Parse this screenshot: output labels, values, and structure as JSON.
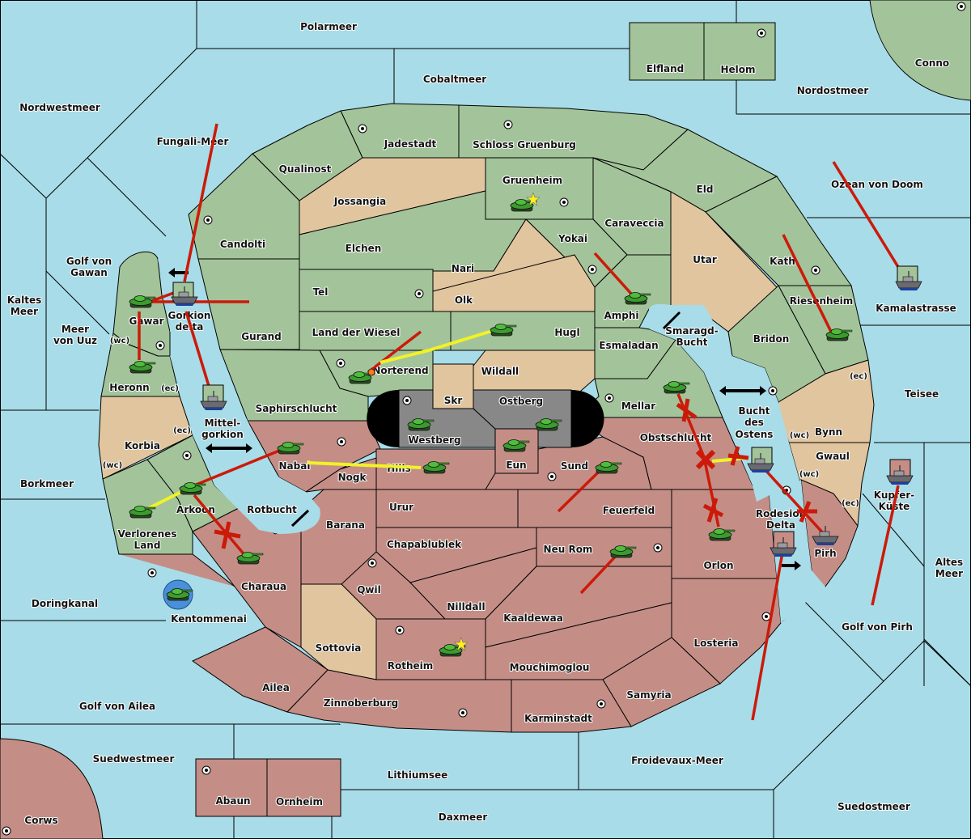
{
  "map": {
    "title": "Diplomacy map",
    "colors": {
      "sea": "#a8dce8",
      "power_green": "#a3c49a",
      "power_red": "#c48e86",
      "neutral": "#e1c59e",
      "impassable": "#888888",
      "move_order": "#cc1a0a",
      "support_order": "#f2f227",
      "convoy_arrow": "#000000",
      "build_circle": "#4a90d9"
    },
    "seas": [
      "Polarmeer",
      "Cobaltmeer",
      "Nordwestmeer",
      "Nordostmeer",
      "Fungali-Meer",
      "Ozean von Doom",
      "Golf von Gawan",
      "Kaltes Meer",
      "Meer von Uuz",
      "Kamalastrasse",
      "Teisee",
      "Borkmeer",
      "Altes Meer",
      "Doringkanal",
      "Golf von Pirh",
      "Golf von Ailea",
      "Suedwestmeer",
      "Lithiumsee",
      "Froidevaux-Meer",
      "Daxmeer",
      "Suedostmeer",
      "Gorkion delta",
      "Mittel-gorkion",
      "Rotbucht",
      "Smaragd-Bucht",
      "Bucht des Ostens",
      "Rodesion Delta",
      "Kupfer-Küste"
    ],
    "green_provinces": [
      "Elfland",
      "Helom",
      "Conno",
      "Jadestadt",
      "Schloss Gruenburg",
      "Qualinost",
      "Candolti",
      "Gruenheim",
      "Eld",
      "Caraveccia",
      "Yokai",
      "Elchen",
      "Tel",
      "Gurand",
      "Land der Wiesel",
      "Hugl",
      "Amphi",
      "Esmaladan",
      "Kath",
      "Riesenheim",
      "Bridon",
      "Mellar",
      "Norterend",
      "Saphirschlucht",
      "Gawar",
      "Heronn",
      "Arkoon",
      "Verlorenes Land"
    ],
    "red_provinces": [
      "Nabai",
      "Nogk",
      "Hills",
      "Eun",
      "Sund",
      "Obstschlucht",
      "Urur",
      "Feuerfeld",
      "Barana",
      "Chapablublek",
      "Neu Rom",
      "Orlon",
      "Qwil",
      "Nilldall",
      "Kaaldewaa",
      "Charaua",
      "Kentommenai",
      "Rotheim",
      "Mouchimoglou",
      "Losteria",
      "Samyria",
      "Ailea",
      "Zinnoberburg",
      "Karminstadt",
      "Pirh",
      "Abaun",
      "Ornheim",
      "Corws"
    ],
    "neutral_provinces": [
      "Jossangia",
      "Nari",
      "Olk",
      "Wildall",
      "Skr",
      "Utar",
      "Korbia",
      "Sottovia",
      "Bynn",
      "Gwaul"
    ],
    "impassable": [
      "Westberg",
      "Ostberg"
    ],
    "coast_markers": [
      "(wc)",
      "(ec)",
      "(ec)",
      "(wc)",
      "(ec)",
      "(wc)",
      "(wc)",
      "(ec)"
    ],
    "labels": {
      "polarmeer": "Polarmeer",
      "cobaltmeer": "Cobaltmeer",
      "nordwestmeer": "Nordwestmeer",
      "nordostmeer": "Nordostmeer",
      "fungali": "Fungali-Meer",
      "ozean": "Ozean von Doom",
      "gawan1": "Golf von",
      "gawan2": "Gawan",
      "kaltes1": "Kaltes",
      "kaltes2": "Meer",
      "uuz1": "Meer",
      "uuz2": "von Uuz",
      "kamala": "Kamalastrasse",
      "teisee": "Teisee",
      "borkmeer": "Borkmeer",
      "altes1": "Altes",
      "altes2": "Meer",
      "doring": "Doringkanal",
      "pirhgolf": "Golf von Pirh",
      "ailea_golf": "Golf von Ailea",
      "suedwest": "Suedwestmeer",
      "lithium": "Lithiumsee",
      "froid": "Froidevaux-Meer",
      "dax": "Daxmeer",
      "suedost": "Suedostmeer",
      "gorkion1": "Gorkion",
      "gorkion2": "delta",
      "mittel1": "Mittel-",
      "mittel2": "gorkion",
      "rotbucht": "Rotbucht",
      "smaragd1": "Smaragd-",
      "smaragd2": "Bucht",
      "bucht1": "Bucht",
      "bucht2": "des",
      "bucht3": "Ostens",
      "rodesion1": "Rodesion",
      "rodesion2": "Delta",
      "kupfer1": "Kupfer-",
      "kupfer2": "Küste",
      "elfland": "Elfland",
      "helom": "Helom",
      "conno": "Conno",
      "jadestadt": "Jadestadt",
      "schloss": "Schloss Gruenburg",
      "qualinost": "Qualinost",
      "candolti": "Candolti",
      "gruenheim": "Gruenheim",
      "eld": "Eld",
      "caraveccia": "Caraveccia",
      "yokai": "Yokai",
      "jossangia": "Jossangia",
      "elchen": "Elchen",
      "nari": "Nari",
      "olk": "Olk",
      "tel": "Tel",
      "gurand": "Gurand",
      "wiesel": "Land der Wiesel",
      "hugl": "Hugl",
      "amphi": "Amphi",
      "esmaladan": "Esmaladan",
      "utar": "Utar",
      "kath": "Kath",
      "riesenheim": "Riesenheim",
      "bridon": "Bridon",
      "mellar": "Mellar",
      "norterend": "Norterend",
      "wildall": "Wildall",
      "skr": "Skr",
      "ostberg": "Ostberg",
      "westberg": "Westberg",
      "saphir": "Saphirschlucht",
      "gawar": "Gawar",
      "heronn": "Heronn",
      "korbia": "Korbia",
      "arkoon": "Arkoon",
      "verl1": "Verlorenes",
      "verl2": "Land",
      "nabai": "Nabai",
      "nogk": "Nogk",
      "hills": "Hills",
      "eun": "Eun",
      "sund": "Sund",
      "obst": "Obstschlucht",
      "bynn": "Bynn",
      "gwaul": "Gwaul",
      "pirh": "Pirh",
      "urur": "Urur",
      "feuerfeld": "Feuerfeld",
      "barana": "Barana",
      "chapa": "Chapablublek",
      "neurom": "Neu Rom",
      "orlon": "Orlon",
      "qwil": "Qwil",
      "nilldall": "Nilldall",
      "kaaldewaa": "Kaaldewaa",
      "charaua": "Charaua",
      "kentommenai": "Kentommenai",
      "sottovia": "Sottovia",
      "rotheim": "Rotheim",
      "mouchi": "Mouchimoglou",
      "losteria": "Losteria",
      "samyria": "Samyria",
      "ailea": "Ailea",
      "zinnober": "Zinnoberburg",
      "karmin": "Karminstadt",
      "abaun": "Abaun",
      "ornheim": "Ornheim",
      "corws": "Corws"
    },
    "units": [
      {
        "type": "army",
        "location": "Gruenheim",
        "home_star": true
      },
      {
        "type": "army",
        "location": "Amphi"
      },
      {
        "type": "army",
        "location": "Hugl"
      },
      {
        "type": "army",
        "location": "Riesenheim"
      },
      {
        "type": "army",
        "location": "Norterend",
        "dislodged_marker": true
      },
      {
        "type": "army",
        "location": "Westberg"
      },
      {
        "type": "army",
        "location": "Ostberg"
      },
      {
        "type": "army",
        "location": "Eun"
      },
      {
        "type": "army",
        "location": "Mellar"
      },
      {
        "type": "army",
        "location": "Gawar"
      },
      {
        "type": "army",
        "location": "Heronn"
      },
      {
        "type": "army",
        "location": "Arkoon"
      },
      {
        "type": "army",
        "location": "Verlorenes Land"
      },
      {
        "type": "army",
        "location": "Nabai"
      },
      {
        "type": "army",
        "location": "Hills"
      },
      {
        "type": "army",
        "location": "Sund"
      },
      {
        "type": "army",
        "location": "Charaua"
      },
      {
        "type": "army",
        "location": "Orlon"
      },
      {
        "type": "army",
        "location": "Neu Rom"
      },
      {
        "type": "army",
        "location": "Rotheim",
        "home_star": true
      },
      {
        "type": "army",
        "location": "Kentommenai",
        "build": true
      },
      {
        "type": "fleet",
        "location": "Gorkion delta"
      },
      {
        "type": "fleet",
        "location": "Mittel-gorkion"
      },
      {
        "type": "fleet",
        "location": "Kamalastrasse"
      },
      {
        "type": "fleet",
        "location": "Bucht des Ostens"
      },
      {
        "type": "fleet",
        "location": "Rodesion Delta"
      },
      {
        "type": "fleet",
        "location": "Pirh"
      },
      {
        "type": "fleet",
        "location": "Kupfer-Küste"
      }
    ]
  }
}
